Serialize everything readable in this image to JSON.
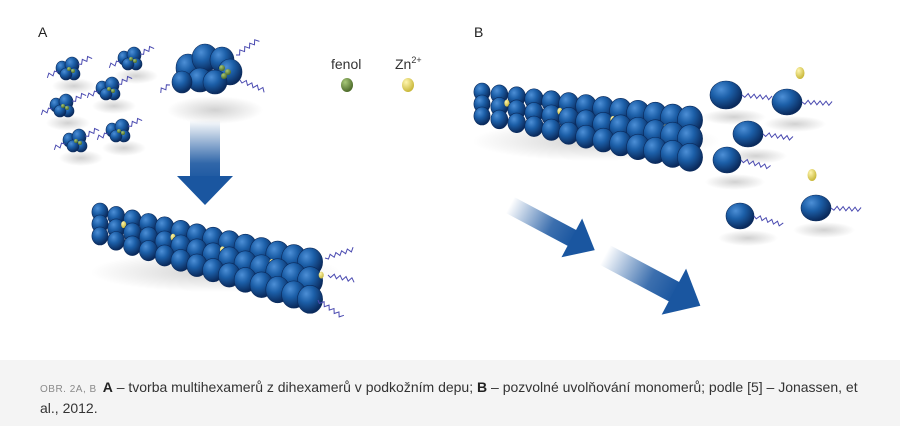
{
  "panels": {
    "a_label": "A",
    "b_label": "B"
  },
  "legend": {
    "phenol_label": "fenol",
    "zinc_label_base": "Zn",
    "zinc_label_sup": "2+",
    "phenol_color": "#6f8f3f",
    "zinc_color": "#e9e08a"
  },
  "colors": {
    "monomer": "#1c5fa8",
    "monomer_dark": "#0b2f66",
    "arrow": "#1a56a0",
    "tail": "#4a4ab0"
  },
  "caption": {
    "fig_num": "OBR. 2A, B",
    "a_label": "A",
    "a_text": " – tvorba multihexamerů z dihexamerů v podkožním depu; ",
    "b_label": "B",
    "b_text": " – pozvolné uvolňování monomerů; podle [5] – Jonassen, et al., 2012."
  }
}
